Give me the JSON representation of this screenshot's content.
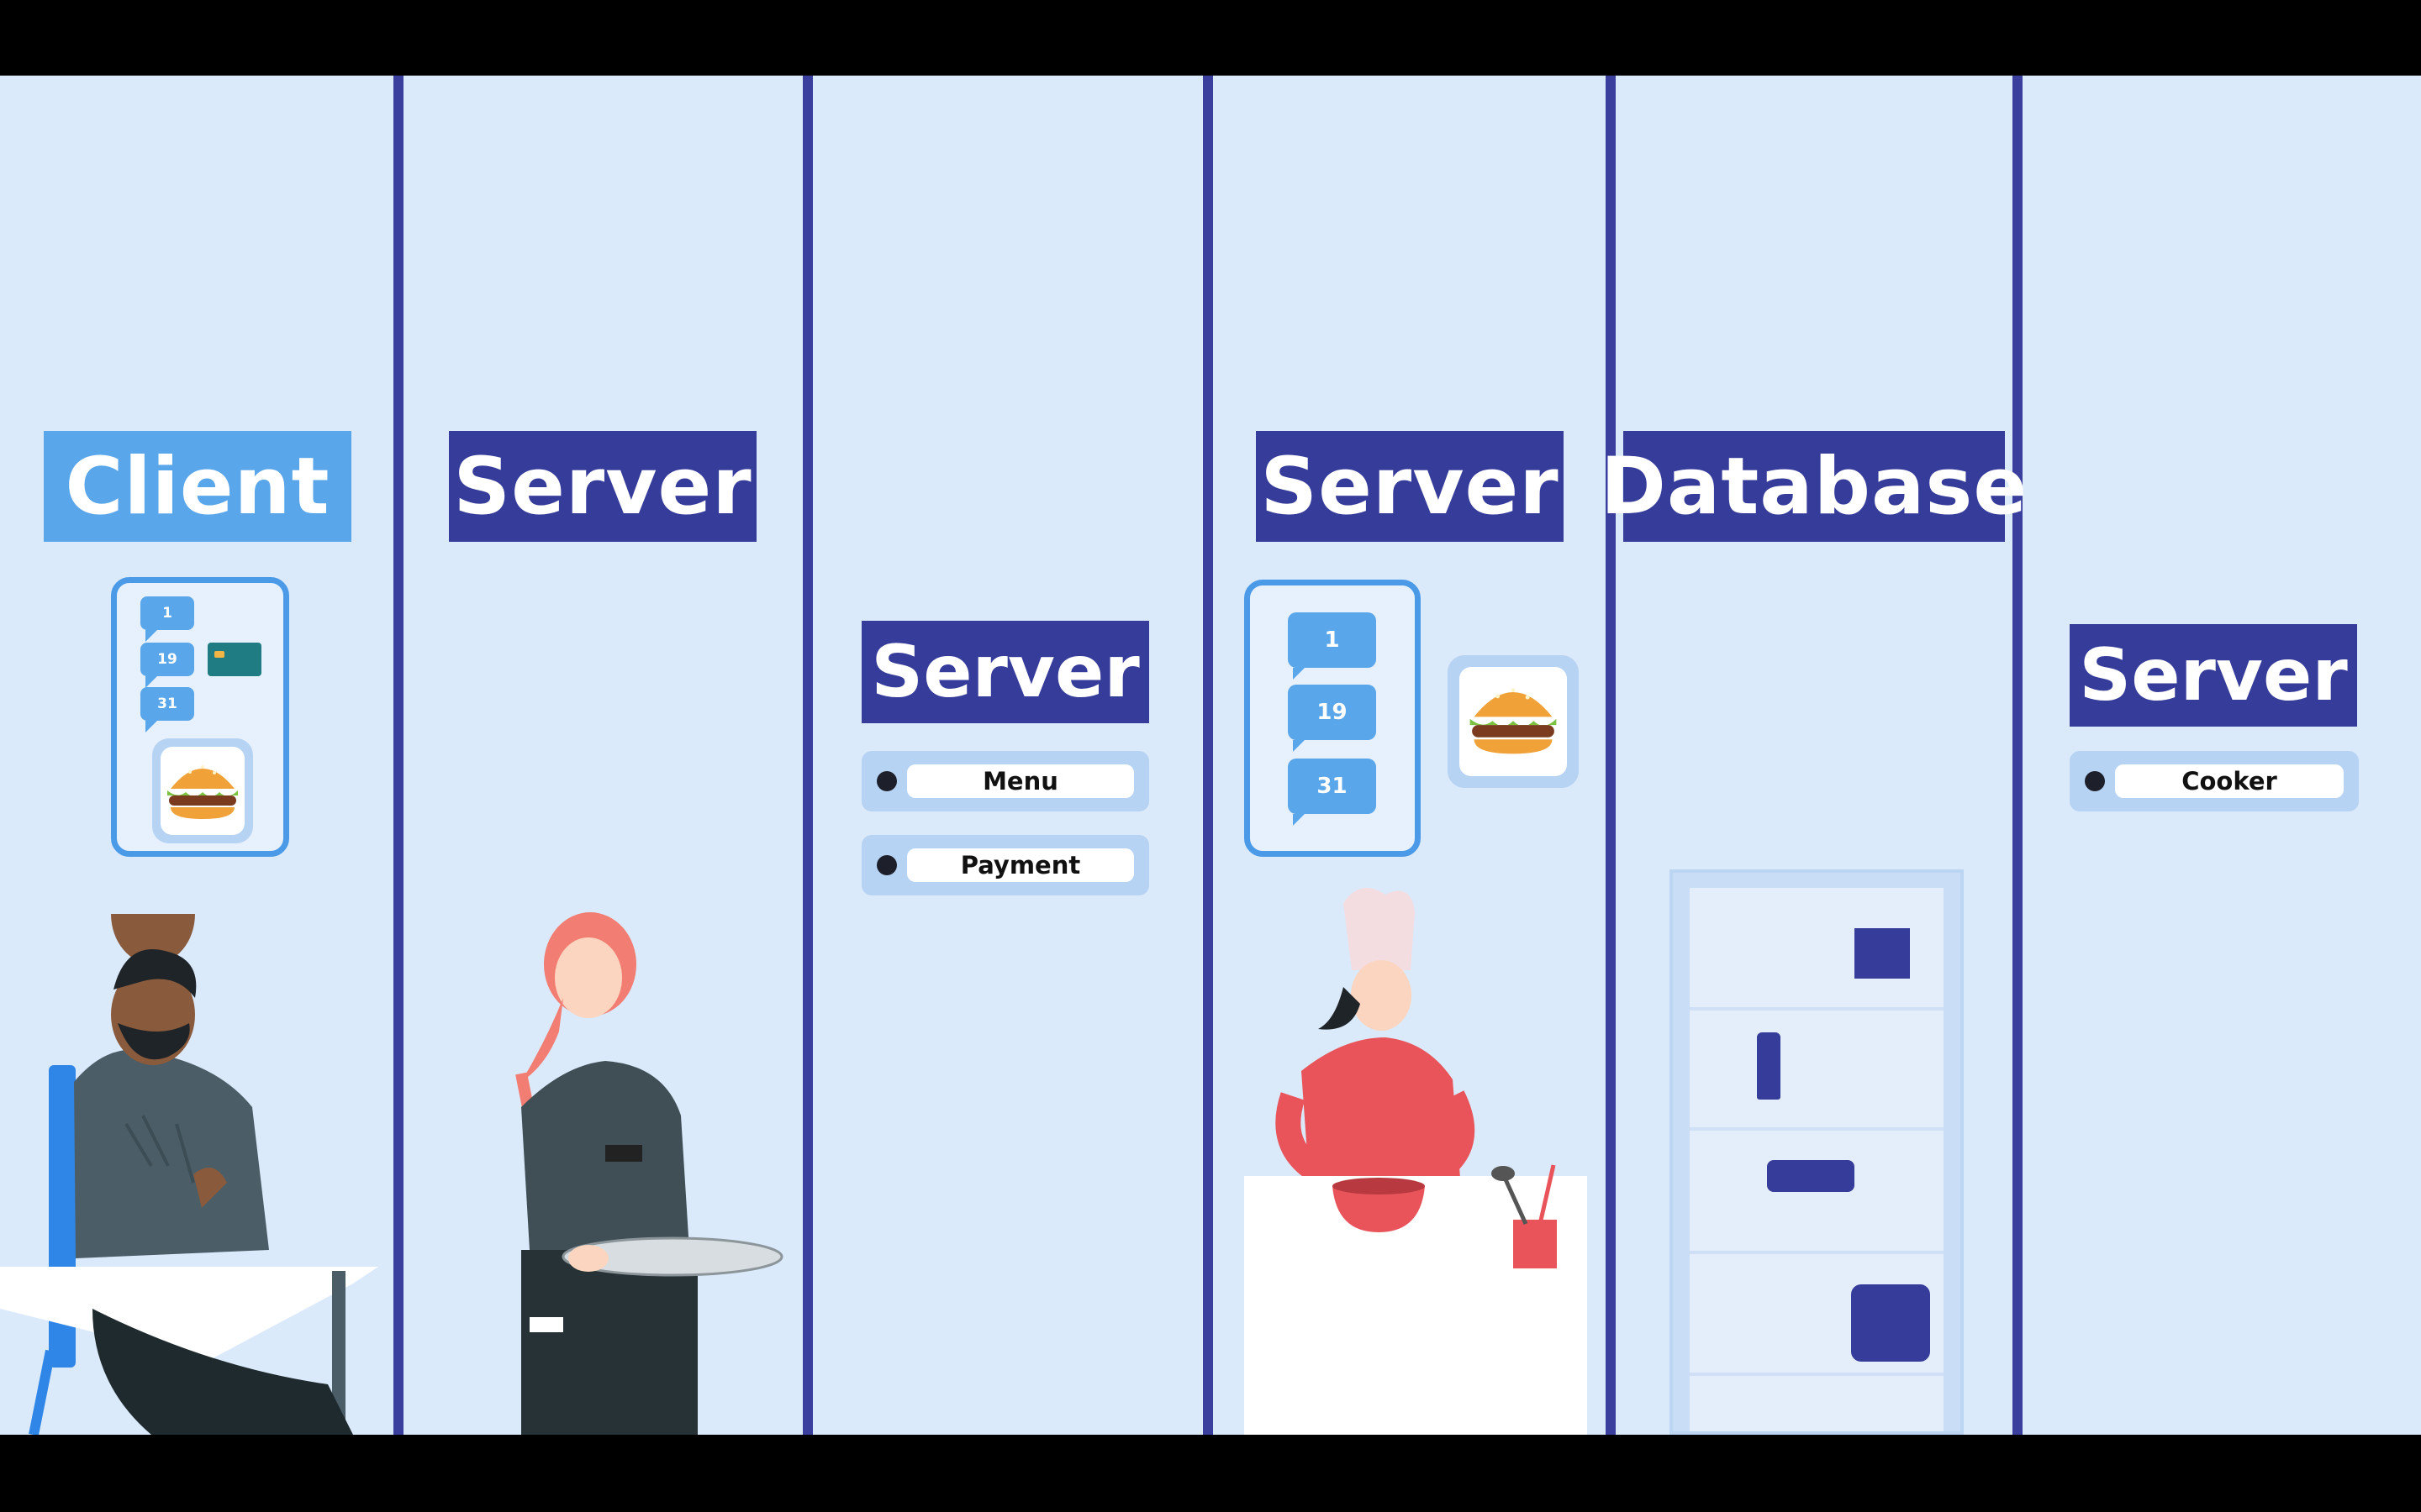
{
  "columns": [
    {
      "title": "Client"
    },
    {
      "title": "Server"
    },
    {
      "title": "Server",
      "items": [
        "Menu",
        "Payment"
      ]
    },
    {
      "title": "Server"
    },
    {
      "title": "Database"
    },
    {
      "title": "Server",
      "items": [
        "Cooker"
      ]
    }
  ],
  "client_order": [
    "1",
    "19",
    "31"
  ],
  "kitchen_order": [
    "1",
    "19",
    "31"
  ],
  "colors": {
    "background": "#dbeafb",
    "dark_blue": "#363c9a",
    "light_blue": "#5aa6ea",
    "divider": "#3a3f9e"
  }
}
